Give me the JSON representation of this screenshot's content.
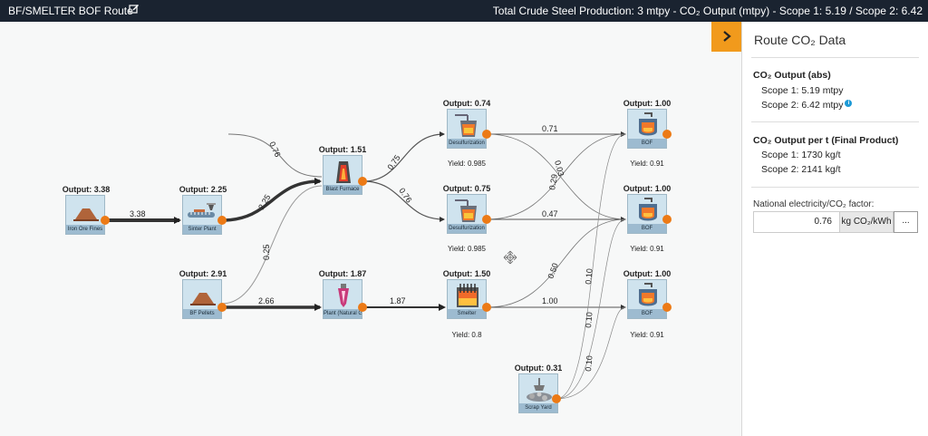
{
  "header": {
    "route_title": "BF/SMELTER BOF Route",
    "summary": "Total Crude Steel Production: 3 mtpy - CO₂ Output (mtpy) - Scope 1: 5.19 / Scope 2: 6.42"
  },
  "nodes": {
    "iron_ore": {
      "output": "Output: 3.38",
      "name": "Iron Ore Fines"
    },
    "sinter": {
      "output": "Output: 2.25",
      "name": "Sinter Plant"
    },
    "pellets": {
      "output": "Output: 2.91",
      "name": "BF Pellets"
    },
    "blast_furnace": {
      "output": "Output: 1.51",
      "name": "Blast Furnace"
    },
    "dri": {
      "output": "Output: 1.87",
      "name": "Plant (Natural G"
    },
    "desulf1": {
      "output": "Output: 0.74",
      "name": "Desulfurization",
      "yield": "Yield: 0.985"
    },
    "desulf2": {
      "output": "Output: 0.75",
      "name": "Desulfurization",
      "yield": "Yield: 0.985"
    },
    "smelter": {
      "output": "Output: 1.50",
      "name": "Smelter",
      "yield": "Yield: 0.8"
    },
    "scrap": {
      "output": "Output: 0.31",
      "name": "Scrap Yard"
    },
    "bof1": {
      "output": "Output: 1.00",
      "name": "BOF",
      "yield": "Yield: 0.91"
    },
    "bof2": {
      "output": "Output: 1.00",
      "name": "BOF",
      "yield": "Yield: 0.91"
    },
    "bof3": {
      "output": "Output: 1.00",
      "name": "BOF",
      "yield": "Yield: 0.91"
    }
  },
  "flows": {
    "ore_sinter": "3.38",
    "in_bf": "0.76",
    "sinter_bf": "2.25",
    "pellets_bf": "0.25",
    "pellets_dri": "2.66",
    "bf_d1": "0.75",
    "bf_d2": "0.76",
    "dri_smelter": "1.87",
    "d1_bof1": "0.71",
    "d1_bof2": "0.03",
    "d2_bof1": "0.29",
    "d2_bof2": "0.47",
    "smelter_bof2": "0.50",
    "smelter_bof3": "1.00",
    "scrap_1": "0.10",
    "scrap_2": "0.10",
    "scrap_3": "0.10"
  },
  "panel": {
    "title": "Route CO₂ Data",
    "abs_heading": "CO₂ Output (abs)",
    "abs_scope1": "Scope 1: 5.19 mtpy",
    "abs_scope2": "Scope 2: 6.42 mtpy",
    "per_t_heading": "CO₂ Output per t (Final Product)",
    "per_t_scope1": "Scope 1: 1730 kg/t",
    "per_t_scope2": "Scope 2: 2141 kg/t",
    "factor_label": "National electricity/CO₂ factor:",
    "factor_value": "0.76",
    "factor_unit": "kg CO₂/kWh",
    "factor_button": "..."
  },
  "icons": {
    "collapse": "chevron-right-icon",
    "edit": "edit-icon",
    "info": "info-icon",
    "move": "move-icon"
  },
  "colors": {
    "accent": "#ec7a16",
    "topbar": "#1a2330",
    "node_fill": "#cfe3ee",
    "info": "#1e9ad6"
  }
}
